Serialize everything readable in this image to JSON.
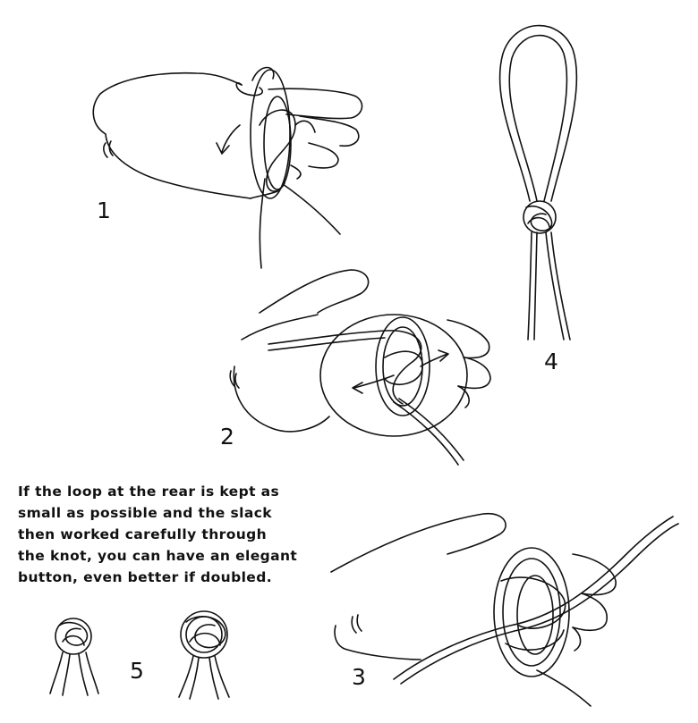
{
  "steps": {
    "step1": "1",
    "step2": "2",
    "step3": "3",
    "step4": "4",
    "step5": "5"
  },
  "caption": {
    "line1": "If the loop at the rear is kept as",
    "line2": "small as possible and the slack",
    "line3": "then worked carefully through",
    "line4": "the knot, you can have an elegant",
    "line5": "button, even better if doubled."
  },
  "figures": [
    {
      "step": "1",
      "icon": "hand-holding-cord-figure"
    },
    {
      "step": "2",
      "icon": "hand-weaving-knot-figure"
    },
    {
      "step": "3",
      "icon": "hand-tightening-knot-figure"
    },
    {
      "step": "4",
      "icon": "finished-loop-knot-figure"
    },
    {
      "step": "5",
      "icon": "button-knot-variants-figure"
    }
  ]
}
